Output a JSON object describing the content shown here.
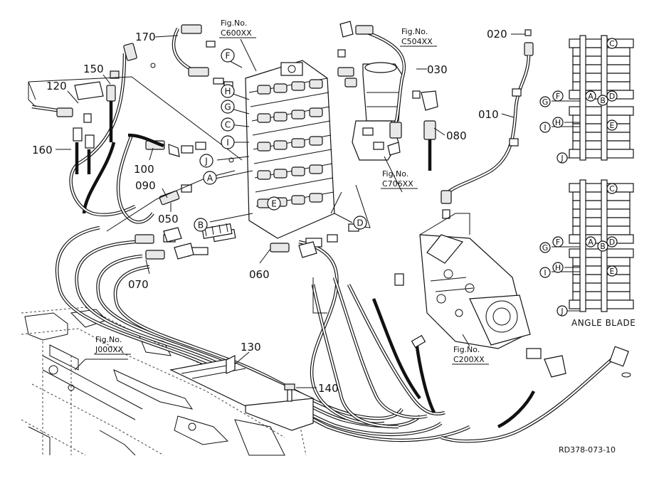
{
  "part_numbers": {
    "p010": "010",
    "p020": "020",
    "p030": "030",
    "p050": "050",
    "p060": "060",
    "p070": "070",
    "p080": "080",
    "p090": "090",
    "p100": "100",
    "p120": "120",
    "p130": "130",
    "p140": "140",
    "p150": "150",
    "p160": "160",
    "p170": "170"
  },
  "figure_refs": {
    "c600": {
      "label": "Fig.No.",
      "code": "C600XX"
    },
    "c504": {
      "label": "Fig.No.",
      "code": "C504XX"
    },
    "c706": {
      "label": "Fig.No.",
      "code": "C706XX"
    },
    "c200": {
      "label": "Fig.No.",
      "code": "C200XX"
    },
    "j000": {
      "label": "Fig.No.",
      "code": "J000XX"
    }
  },
  "connection_letters": {
    "a": "A",
    "b": "B",
    "c": "C",
    "d": "D",
    "e": "E",
    "f": "F",
    "g": "G",
    "h": "H",
    "i": "I",
    "j": "J"
  },
  "inset_caption": "ANGLE BLADE",
  "drawing_code": "RD378-073-10"
}
